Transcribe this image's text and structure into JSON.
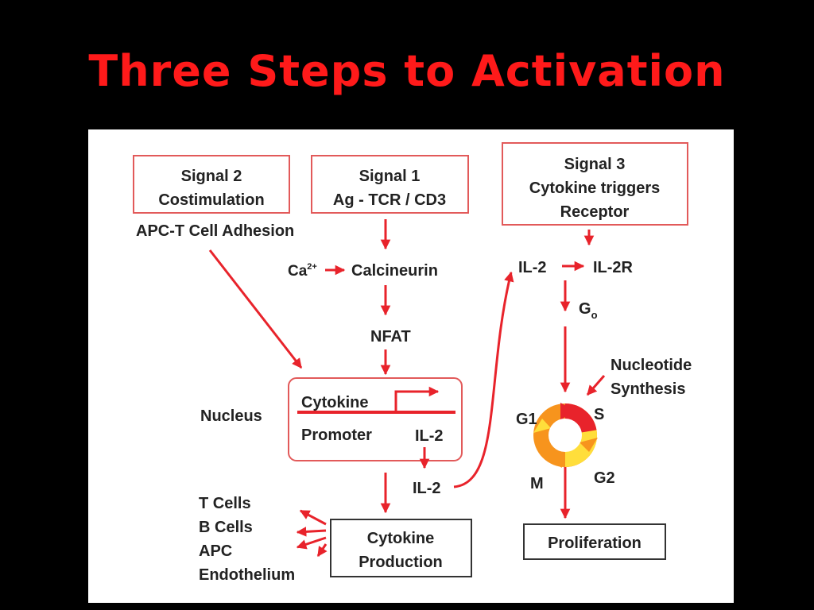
{
  "slide": {
    "title": "Three Steps to Activation"
  },
  "colors": {
    "background": "#000000",
    "title": "#ff1a1a",
    "accent_red": "#e8232b",
    "box_red": "#e25a5a",
    "text": "#222222",
    "cycle_orange": "#f7941d",
    "cycle_yellow": "#ffde3b"
  },
  "diagram": {
    "signal2": {
      "line1": "Signal 2",
      "line2": "Costimulation"
    },
    "signal1": {
      "line1": "Signal 1",
      "line2": "Ag - TCR / CD3"
    },
    "signal3": {
      "line1": "Signal 3",
      "line2": "Cytokine triggers",
      "line3": "Receptor"
    },
    "apc_adhesion": "APC-T Cell Adhesion",
    "calcium": {
      "base": "Ca",
      "sup": "2+"
    },
    "calcineurin": "Calcineurin",
    "nfat": "NFAT",
    "nucleus": "Nucleus",
    "cytokine": "Cytokine",
    "promoter": "Promoter",
    "il2_in_nucleus": "IL-2",
    "il2_out": "IL-2",
    "il2_receptor_ligand": "IL-2",
    "il2r": "IL-2R",
    "g0": {
      "base": "G",
      "sub": "o"
    },
    "nucleotide": {
      "line1": "Nucleotide",
      "line2": "Synthesis"
    },
    "cycle": {
      "g1": "G1",
      "s": "S",
      "g2": "G2",
      "m": "M"
    },
    "targets": [
      "T Cells",
      "B Cells",
      "APC",
      "Endothelium"
    ],
    "cytokine_production": {
      "line1": "Cytokine",
      "line2": "Production"
    },
    "proliferation": "Proliferation"
  }
}
